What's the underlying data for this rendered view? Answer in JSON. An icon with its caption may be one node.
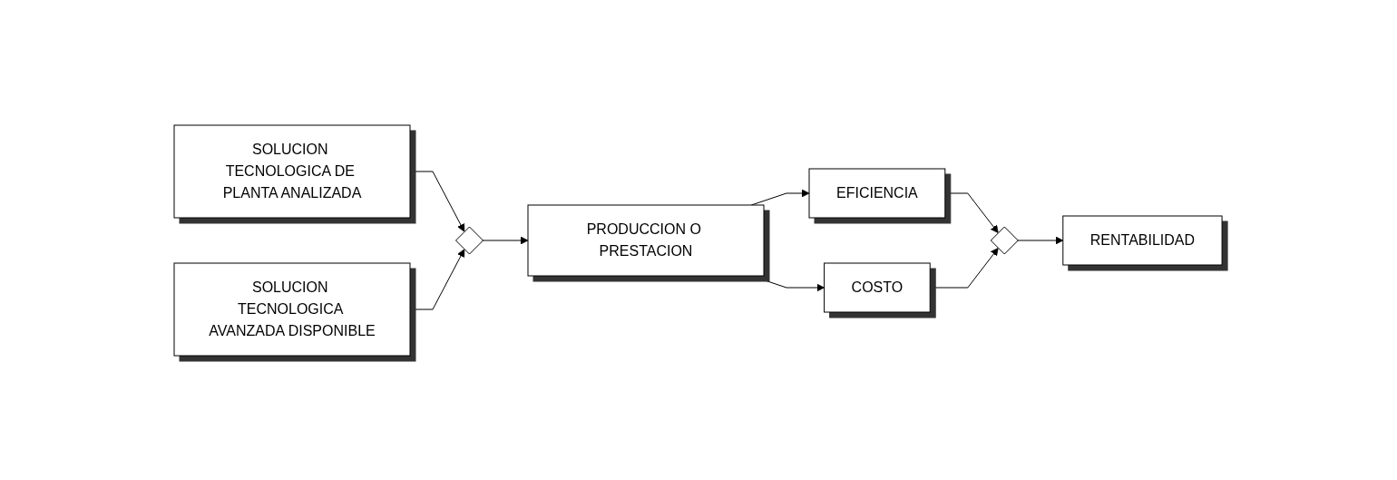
{
  "diagram": {
    "nodes": [
      {
        "text": [
          "SOLUCION TECNOLOGICA DE PLANTA ANALIZADA"
        ]
      },
      {
        "text": [],
        "shape": "diamond"
      },
      {
        "text": [
          "PRODUCCION O PRESTACION"
        ]
      },
      {
        "text": [
          "SOLUCION TECNOLOGICA AVANZADA DISPONIBLE"
        ]
      },
      {
        "text": [
          "EFICIENCIA"
        ]
      },
      {
        "text": [],
        "shape": "diamond"
      },
      {
        "text": [
          "RENTABILIDAD"
        ]
      },
      {
        "text": [
          "COSTO"
        ]
      }
    ],
    "edges": [
      {
        "from": 0,
        "to": 1,
        "arrow": "to"
      },
      {
        "from": 3,
        "to": 1,
        "arrow": "to"
      },
      {
        "from": 1,
        "to": 2,
        "arrow": "to"
      },
      {
        "from": 2,
        "to": 4,
        "arrow": "to"
      },
      {
        "from": 2,
        "to": 7,
        "arrow": "to"
      },
      {
        "from": 4,
        "to": 5,
        "arrow": "to"
      },
      {
        "from": 7,
        "to": 5,
        "arrow": "to"
      },
      {
        "from": 5,
        "to": 6,
        "arrow": "to"
      }
    ]
  }
}
